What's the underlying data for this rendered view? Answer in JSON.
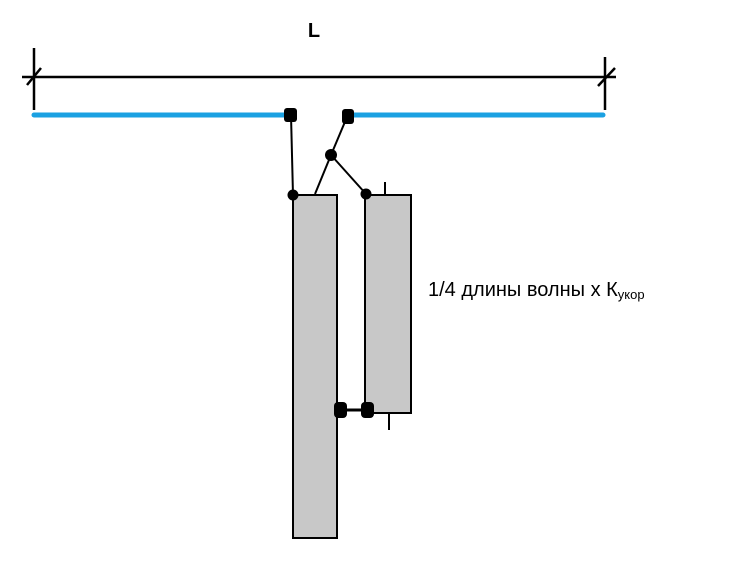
{
  "dimension_label": "L",
  "annotation": {
    "main": "1/4 длины волны х К",
    "subscript": "укор"
  },
  "colors": {
    "dipole_wire": "#1ba1e2",
    "coax": "#c8c8c8",
    "line": "#000000",
    "background": "#ffffff"
  }
}
